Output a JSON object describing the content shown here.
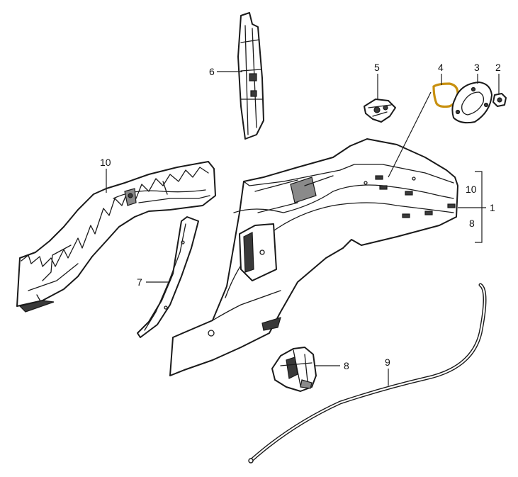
{
  "labels": {
    "p1": "1",
    "p2": "2",
    "p3": "3",
    "p4": "4",
    "p5": "5",
    "p6": "6",
    "p7": "7",
    "p8_box": "8",
    "p8": "8",
    "p9": "9",
    "p10_box": "10",
    "p10": "10"
  },
  "colors": {
    "highlight": "#c8900f",
    "ink": "#1a1a1a"
  }
}
